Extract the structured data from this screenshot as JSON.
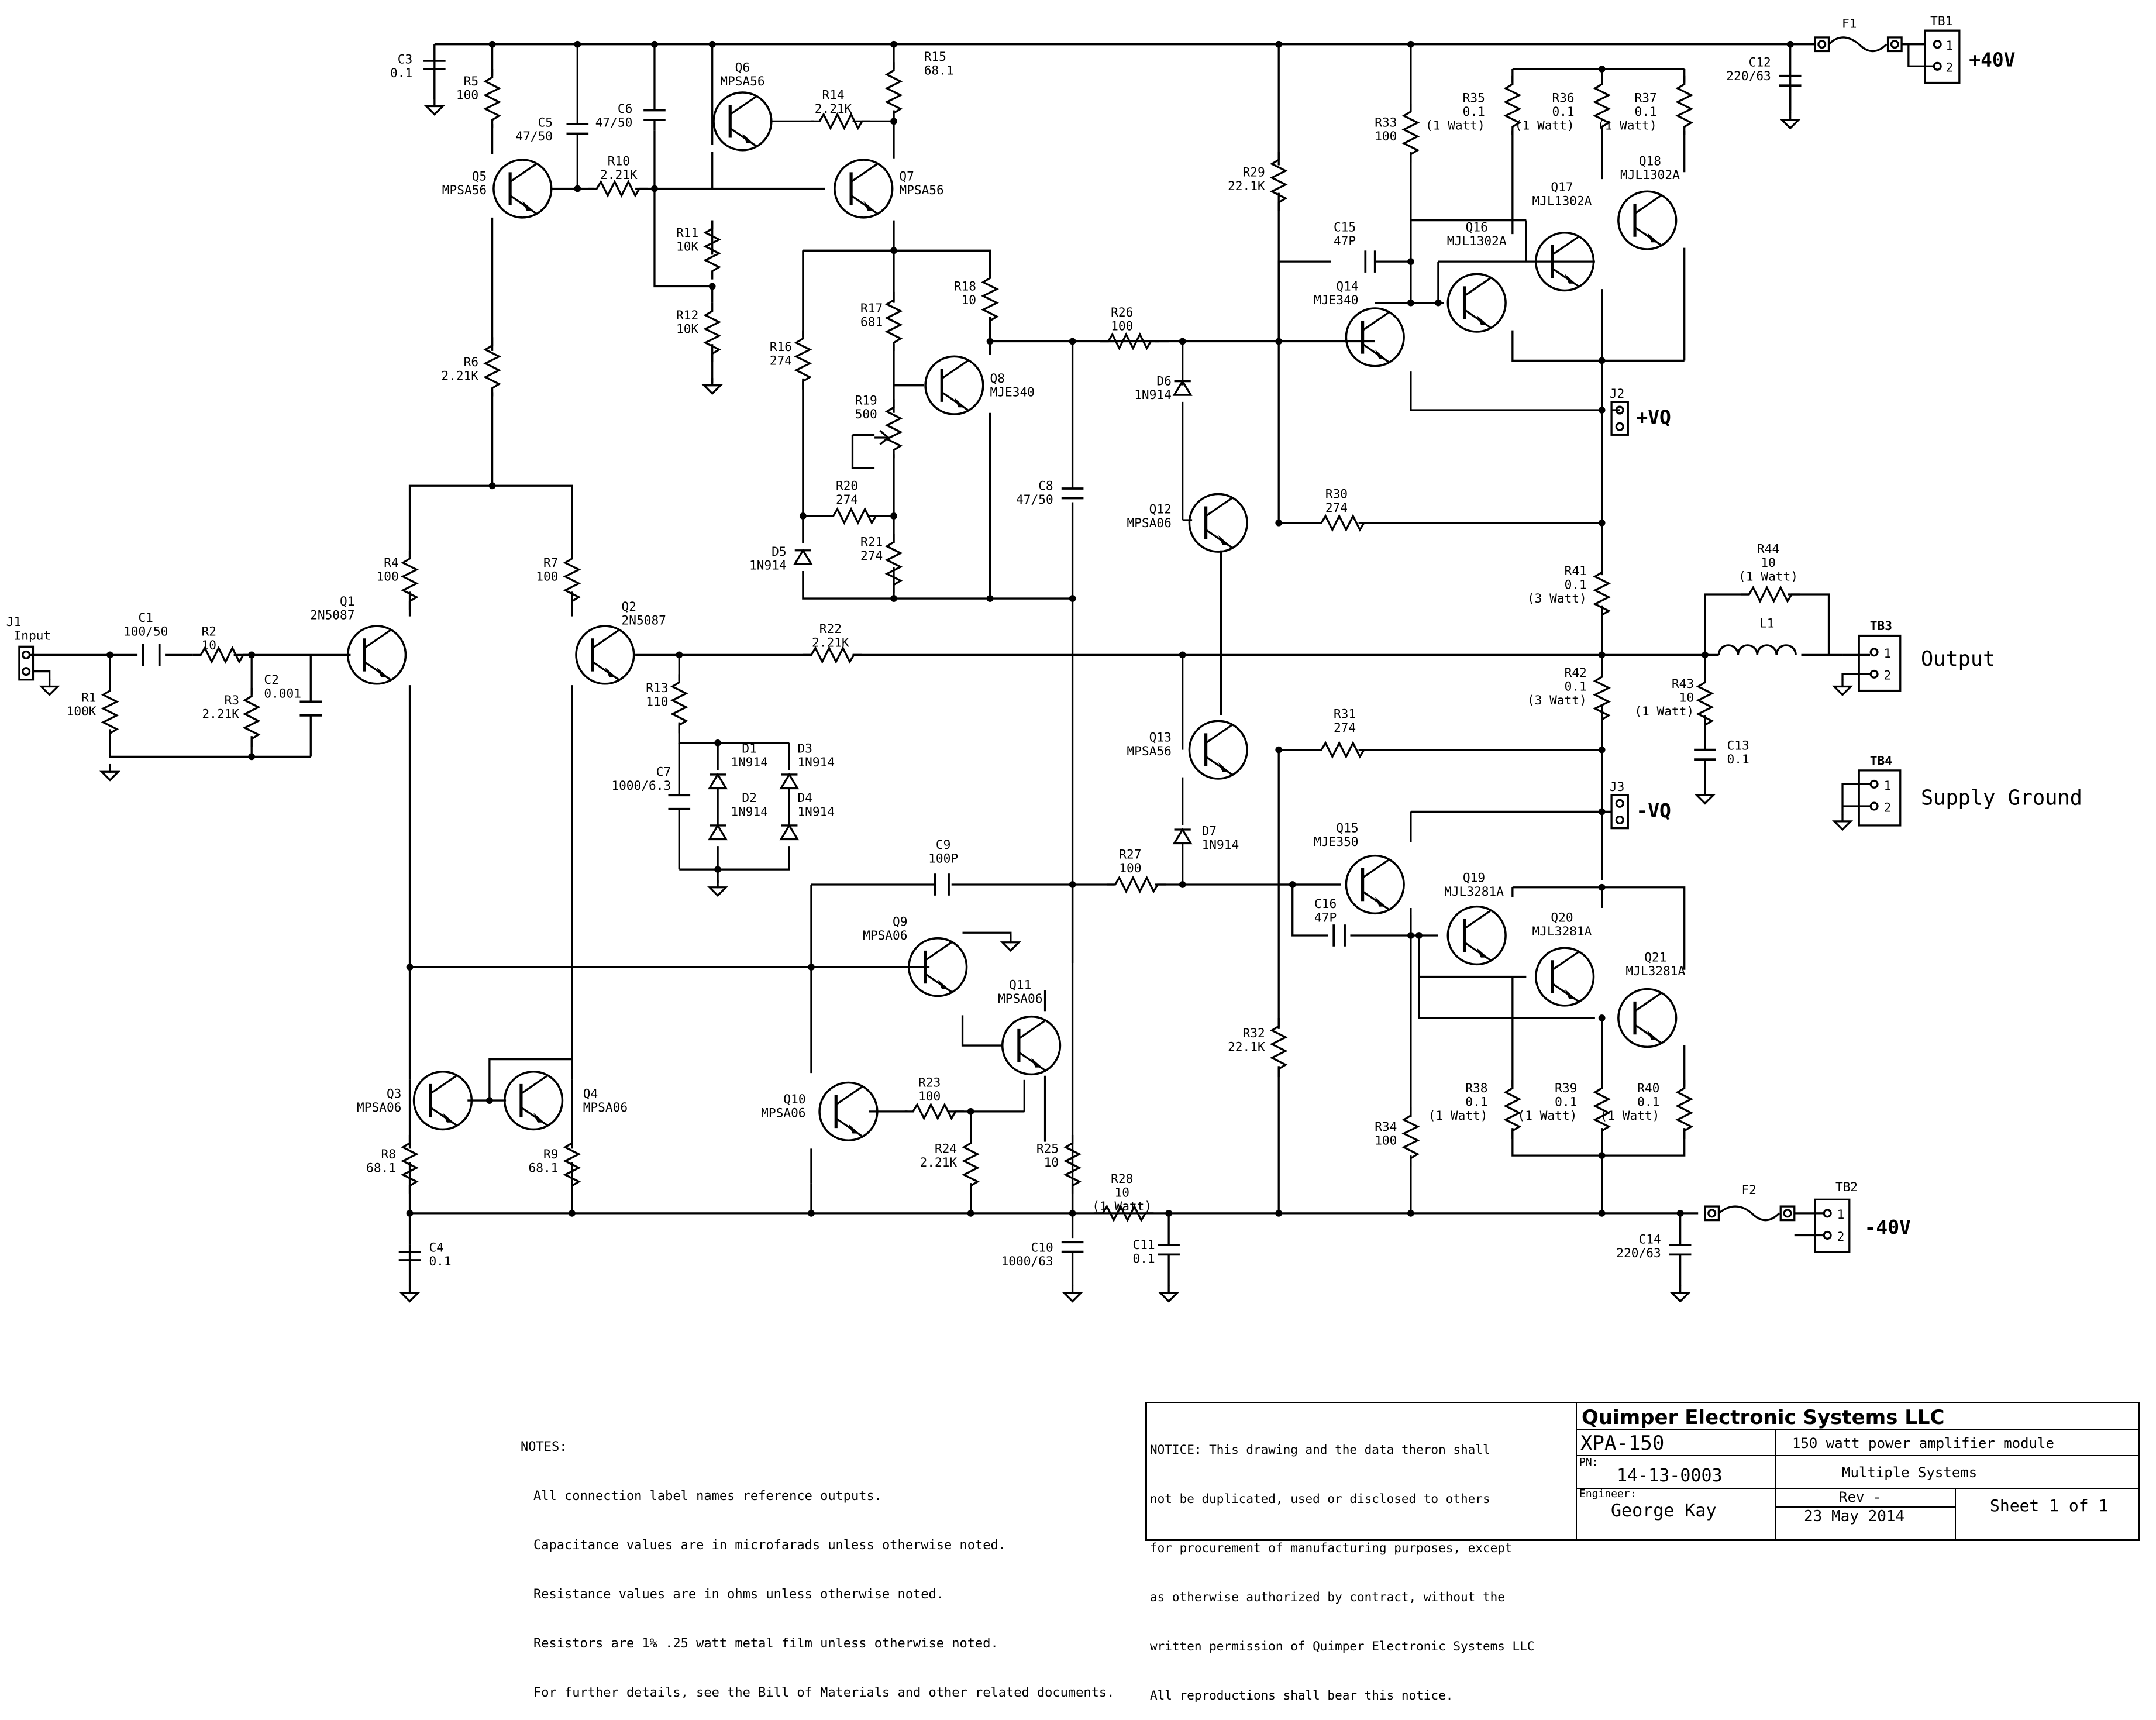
{
  "connectors": {
    "j1": {
      "ref": "J1",
      "name": "Input"
    },
    "j2": {
      "ref": "J2",
      "name": "+VQ"
    },
    "j3": {
      "ref": "J3",
      "name": "-VQ"
    },
    "tb1": {
      "ref": "TB1",
      "name": "+40V",
      "pin1": "1",
      "pin2": "2"
    },
    "tb2": {
      "ref": "TB2",
      "name": "-40V",
      "pin1": "1",
      "pin2": "2"
    },
    "tb3": {
      "ref": "TB3",
      "name": "Output",
      "pin1": "1",
      "pin2": "2"
    },
    "tb4": {
      "ref": "TB4",
      "name": "Supply Ground",
      "pin1": "1",
      "pin2": "2"
    }
  },
  "fuses": {
    "f1": {
      "ref": "F1"
    },
    "f2": {
      "ref": "F2"
    }
  },
  "inductor": {
    "ref": "L1"
  },
  "resistors": {
    "r1": {
      "ref": "R1",
      "value": "100K"
    },
    "r2": {
      "ref": "R2",
      "value": "10"
    },
    "r3": {
      "ref": "R3",
      "value": "2.21K"
    },
    "r4": {
      "ref": "R4",
      "value": "100"
    },
    "r5": {
      "ref": "R5",
      "value": "100"
    },
    "r6": {
      "ref": "R6",
      "value": "2.21K"
    },
    "r7": {
      "ref": "R7",
      "value": "100"
    },
    "r8": {
      "ref": "R8",
      "value": "68.1"
    },
    "r9": {
      "ref": "R9",
      "value": "68.1"
    },
    "r10": {
      "ref": "R10",
      "value": "2.21K"
    },
    "r11": {
      "ref": "R11",
      "value": "10K"
    },
    "r12": {
      "ref": "R12",
      "value": "10K"
    },
    "r13": {
      "ref": "R13",
      "value": "110"
    },
    "r14": {
      "ref": "R14",
      "value": "2.21K"
    },
    "r15": {
      "ref": "R15",
      "value": "68.1"
    },
    "r16": {
      "ref": "R16",
      "value": "274"
    },
    "r17": {
      "ref": "R17",
      "value": "681"
    },
    "r18": {
      "ref": "R18",
      "value": "10"
    },
    "r19": {
      "ref": "R19",
      "value": "500"
    },
    "r20": {
      "ref": "R20",
      "value": "274"
    },
    "r21": {
      "ref": "R21",
      "value": "274"
    },
    "r22": {
      "ref": "R22",
      "value": "2.21K"
    },
    "r23": {
      "ref": "R23",
      "value": "100"
    },
    "r24": {
      "ref": "R24",
      "value": "2.21K"
    },
    "r25": {
      "ref": "R25",
      "value": "10"
    },
    "r26": {
      "ref": "R26",
      "value": "100"
    },
    "r27": {
      "ref": "R27",
      "value": "100"
    },
    "r28": {
      "ref": "R28",
      "value": "10",
      "rating": "(1 Watt)"
    },
    "r29": {
      "ref": "R29",
      "value": "22.1K"
    },
    "r30": {
      "ref": "R30",
      "value": "274"
    },
    "r31": {
      "ref": "R31",
      "value": "274"
    },
    "r32": {
      "ref": "R32",
      "value": "22.1K"
    },
    "r33": {
      "ref": "R33",
      "value": "100"
    },
    "r34": {
      "ref": "R34",
      "value": "100"
    },
    "r35": {
      "ref": "R35",
      "value": "0.1",
      "rating": "(1 Watt)"
    },
    "r36": {
      "ref": "R36",
      "value": "0.1",
      "rating": "(1 Watt)"
    },
    "r37": {
      "ref": "R37",
      "value": "0.1",
      "rating": "(1 Watt)"
    },
    "r38": {
      "ref": "R38",
      "value": "0.1",
      "rating": "(1 Watt)"
    },
    "r39": {
      "ref": "R39",
      "value": "0.1",
      "rating": "(1 Watt)"
    },
    "r40": {
      "ref": "R40",
      "value": "0.1",
      "rating": "(1 Watt)"
    },
    "r41": {
      "ref": "R41",
      "value": "0.1",
      "rating": "(3 Watt)"
    },
    "r42": {
      "ref": "R42",
      "value": "0.1",
      "rating": "(3 Watt)"
    },
    "r43": {
      "ref": "R43",
      "value": "10",
      "rating": "(1 Watt)"
    },
    "r44": {
      "ref": "R44",
      "value": "10",
      "rating": "(1 Watt)"
    }
  },
  "capacitors": {
    "c1": {
      "ref": "C1",
      "value": "100/50"
    },
    "c2": {
      "ref": "C2",
      "value": "0.001"
    },
    "c3": {
      "ref": "C3",
      "value": "0.1"
    },
    "c4": {
      "ref": "C4",
      "value": "0.1"
    },
    "c5": {
      "ref": "C5",
      "value": "47/50"
    },
    "c6": {
      "ref": "C6",
      "value": "47/50"
    },
    "c7": {
      "ref": "C7",
      "value": "1000/6.3"
    },
    "c8": {
      "ref": "C8",
      "value": "47/50"
    },
    "c9": {
      "ref": "C9",
      "value": "100P"
    },
    "c10": {
      "ref": "C10",
      "value": "1000/63"
    },
    "c11": {
      "ref": "C11",
      "value": "0.1"
    },
    "c12": {
      "ref": "C12",
      "value": "220/63"
    },
    "c13": {
      "ref": "C13",
      "value": "0.1"
    },
    "c14": {
      "ref": "C14",
      "value": "220/63"
    },
    "c15": {
      "ref": "C15",
      "value": "47P"
    },
    "c16": {
      "ref": "C16",
      "value": "47P"
    }
  },
  "diodes": {
    "d1": {
      "ref": "D1",
      "part": "1N914"
    },
    "d2": {
      "ref": "D2",
      "part": "1N914"
    },
    "d3": {
      "ref": "D3",
      "part": "1N914"
    },
    "d4": {
      "ref": "D4",
      "part": "1N914"
    },
    "d5": {
      "ref": "D5",
      "part": "1N914"
    },
    "d6": {
      "ref": "D6",
      "part": "1N914"
    },
    "d7": {
      "ref": "D7",
      "part": "1N914"
    }
  },
  "transistors": {
    "q1": {
      "ref": "Q1",
      "part": "2N5087"
    },
    "q2": {
      "ref": "Q2",
      "part": "2N5087"
    },
    "q3": {
      "ref": "Q3",
      "part": "MPSA06"
    },
    "q4": {
      "ref": "Q4",
      "part": "MPSA06"
    },
    "q5": {
      "ref": "Q5",
      "part": "MPSA56"
    },
    "q6": {
      "ref": "Q6",
      "part": "MPSA56"
    },
    "q7": {
      "ref": "Q7",
      "part": "MPSA56"
    },
    "q8": {
      "ref": "Q8",
      "part": "MJE340"
    },
    "q9": {
      "ref": "Q9",
      "part": "MPSA06"
    },
    "q10": {
      "ref": "Q10",
      "part": "MPSA06"
    },
    "q11": {
      "ref": "Q11",
      "part": "MPSA06"
    },
    "q12": {
      "ref": "Q12",
      "part": "MPSA06"
    },
    "q13": {
      "ref": "Q13",
      "part": "MPSA56"
    },
    "q14": {
      "ref": "Q14",
      "part": "MJE340"
    },
    "q15": {
      "ref": "Q15",
      "part": "MJE350"
    },
    "q16": {
      "ref": "Q16",
      "part": "MJL1302A"
    },
    "q17": {
      "ref": "Q17",
      "part": "MJL1302A"
    },
    "q18": {
      "ref": "Q18",
      "part": "MJL1302A"
    },
    "q19": {
      "ref": "Q19",
      "part": "MJL3281A"
    },
    "q20": {
      "ref": "Q20",
      "part": "MJL3281A"
    },
    "q21": {
      "ref": "Q21",
      "part": "MJL3281A"
    }
  },
  "notes": {
    "heading": "NOTES:",
    "lines": [
      "All connection label names reference outputs.",
      "Capacitance values are in microfarads unless otherwise noted.",
      "Resistance values are in ohms unless otherwise noted.",
      "Resistors are 1% .25 watt metal film unless otherwise noted.",
      "For further details, see the Bill of Materials and other related documents."
    ]
  },
  "notice": {
    "lines": [
      "NOTICE: This drawing and the data theron shall",
      "not be duplicated, used or disclosed to others",
      "for procurement of manufacturing purposes, except",
      "as otherwise authorized by contract, without the",
      "written permission of Quimper Electronic Systems LLC",
      "All reproductions shall bear this notice."
    ]
  },
  "title_block": {
    "company": "Quimper Electronic Systems LLC",
    "model": "XPA-150",
    "description": "150 watt power amplifier module",
    "pn_label": "PN:",
    "pn": "14-13-0003",
    "customer": "Multiple Systems",
    "engineer_label": "Engineer:",
    "engineer": "George Kay",
    "rev": "Rev -",
    "date": "23 May 2014",
    "sheet": "Sheet 1 of 1"
  }
}
